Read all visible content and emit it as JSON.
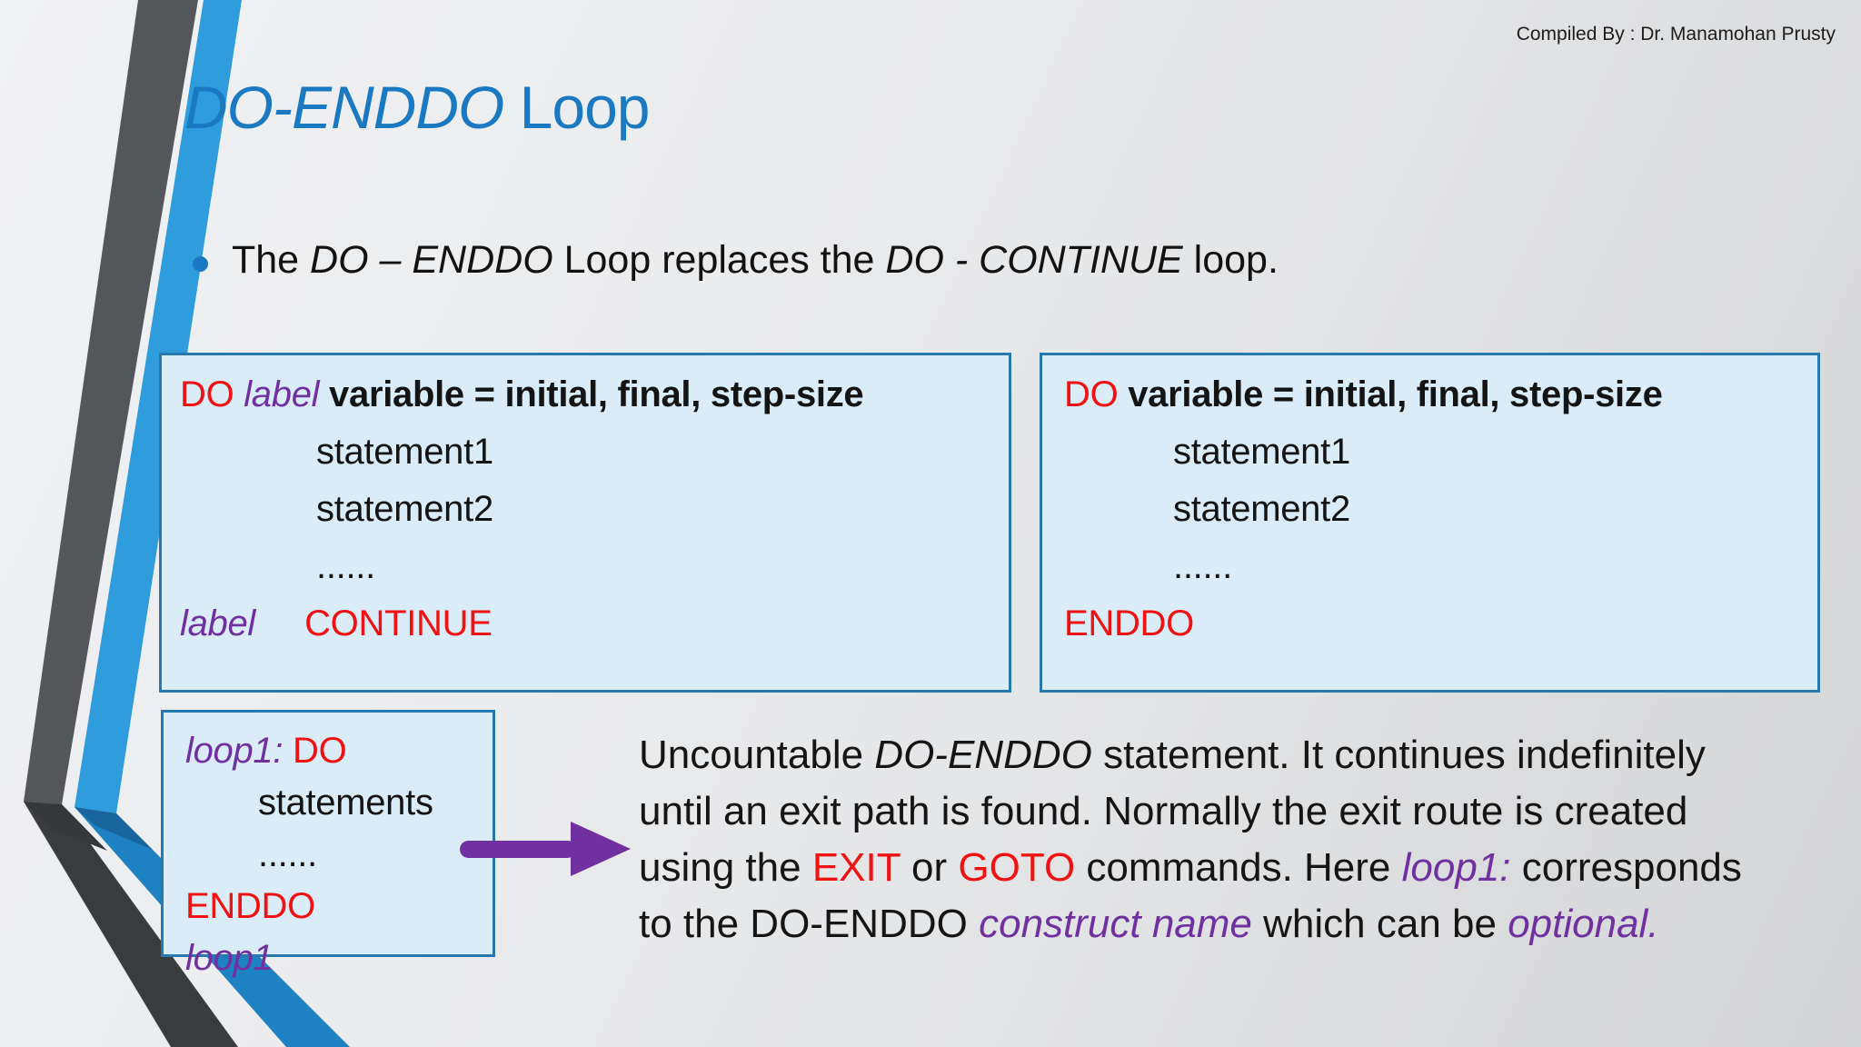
{
  "credit": "Compiled By : Dr. Manamohan Prusty",
  "title": {
    "italic": "DO-ENDDO",
    "regular": " Loop"
  },
  "bullet": {
    "lines": [
      {
        "seg": [
          {
            "t": "The "
          },
          {
            "t": "DO – ENDDO",
            "cls": "it"
          },
          {
            "t": " Loop replaces the "
          },
          {
            "t": "DO - CONTINUE",
            "cls": "it"
          },
          {
            "t": " loop."
          }
        ]
      }
    ]
  },
  "boxes": {
    "left": {
      "lines": [
        {
          "ind": 0,
          "seg": [
            {
              "t": "DO ",
              "cls": "red"
            },
            {
              "t": "label ",
              "cls": "pur it"
            },
            {
              "t": "variable = initial, final, step-size",
              "cls": "bd"
            }
          ]
        },
        {
          "ind": 1,
          "seg": [
            {
              "t": "statement1"
            }
          ]
        },
        {
          "ind": 1,
          "seg": [
            {
              "t": "statement2"
            }
          ]
        },
        {
          "ind": 1,
          "seg": [
            {
              "t": "......"
            }
          ]
        },
        {
          "ind": 0,
          "seg": [
            {
              "t": "label",
              "cls": "pur it"
            },
            {
              "t": "     "
            },
            {
              "t": "CONTINUE",
              "cls": "red"
            }
          ]
        }
      ]
    },
    "right": {
      "lines": [
        {
          "ind": 0,
          "seg": [
            {
              "t": "DO ",
              "cls": "red"
            },
            {
              "t": "variable = initial, final, step-size",
              "cls": "bd"
            }
          ]
        },
        {
          "ind": 1,
          "seg": [
            {
              "t": "statement1"
            }
          ]
        },
        {
          "ind": 1,
          "seg": [
            {
              "t": "statement2"
            }
          ]
        },
        {
          "ind": 1,
          "seg": [
            {
              "t": "......"
            }
          ]
        },
        {
          "ind": 0,
          "seg": [
            {
              "t": "ENDDO",
              "cls": "red"
            }
          ]
        }
      ]
    },
    "loop1": {
      "lines": [
        {
          "ind": 0,
          "seg": [
            {
              "t": "loop1: ",
              "cls": "pur it"
            },
            {
              "t": "DO",
              "cls": "red"
            }
          ]
        },
        {
          "ind": 1,
          "seg": [
            {
              "t": "statements"
            }
          ]
        },
        {
          "ind": 1,
          "seg": [
            {
              "t": "......"
            }
          ]
        },
        {
          "ind": 0,
          "seg": [
            {
              "t": "ENDDO",
              "cls": "red"
            }
          ]
        },
        {
          "ind": 0,
          "seg": [
            {
              "t": "loop1",
              "cls": "pur it"
            }
          ]
        }
      ]
    }
  },
  "paragraph": {
    "lines": [
      {
        "seg": [
          {
            "t": "Uncountable "
          },
          {
            "t": "DO-ENDDO",
            "cls": "it"
          },
          {
            "t": " statement. It continues indefinitely"
          }
        ]
      },
      {
        "seg": [
          {
            "t": "until an exit path is found. Normally the exit route is created"
          }
        ]
      },
      {
        "seg": [
          {
            "t": "using the "
          },
          {
            "t": "EXIT",
            "cls": "red"
          },
          {
            "t": " or "
          },
          {
            "t": "GOTO",
            "cls": "red"
          },
          {
            "t": " commands. Here "
          },
          {
            "t": "loop1:",
            "cls": "pur it"
          },
          {
            "t": " corresponds"
          }
        ]
      },
      {
        "seg": [
          {
            "t": "to the DO-ENDDO "
          },
          {
            "t": "construct name",
            "cls": "pur it"
          },
          {
            "t": " which can be "
          },
          {
            "t": "optional.",
            "cls": "pur it"
          }
        ]
      }
    ]
  },
  "icons": {
    "arrow": "right-arrow",
    "bullet": "round-bullet"
  },
  "colors": {
    "accent_blue": "#1b79c2",
    "red": "#f01212",
    "purple": "#7030a0",
    "box_fill": "#d9ecf8",
    "box_border": "#2878b0",
    "stripe_gray": "#54565a",
    "stripe_gray_dark": "#3a3b3d",
    "stripe_gray_mitre": "#36373a",
    "stripe_blue": "#2f9ddd",
    "stripe_blue_dark": "#1e81c1",
    "stripe_blue_mitre": "#17659c",
    "arrow_purple": "#7030a0"
  }
}
